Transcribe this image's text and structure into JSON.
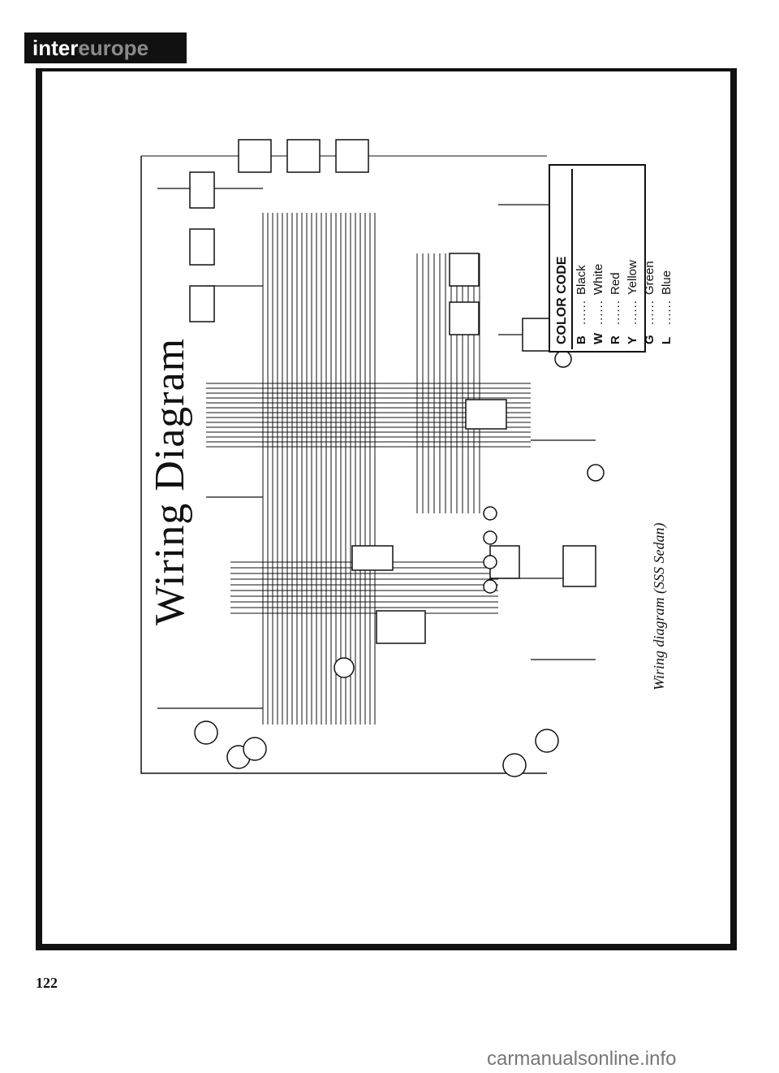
{
  "brand": {
    "lead": "inter",
    "rest": "europe"
  },
  "page": {
    "title": "Wiring Diagram",
    "caption": "Wiring diagram (SSS Sedan)",
    "page_number": "122"
  },
  "legend": {
    "heading": "COLOR CODE",
    "rows": [
      {
        "code": "B",
        "dots": "......",
        "name": "Black"
      },
      {
        "code": "W",
        "dots": "......",
        "name": "White"
      },
      {
        "code": "R",
        "dots": "......",
        "name": "Red"
      },
      {
        "code": "Y",
        "dots": "......",
        "name": "Yellow"
      },
      {
        "code": "G",
        "dots": "......",
        "name": "Green"
      },
      {
        "code": "L",
        "dots": "......",
        "name": "Blue"
      }
    ]
  },
  "watermark": "carmanualsonline.info",
  "colors": {
    "ink": "#111111",
    "paper": "#ffffff"
  }
}
